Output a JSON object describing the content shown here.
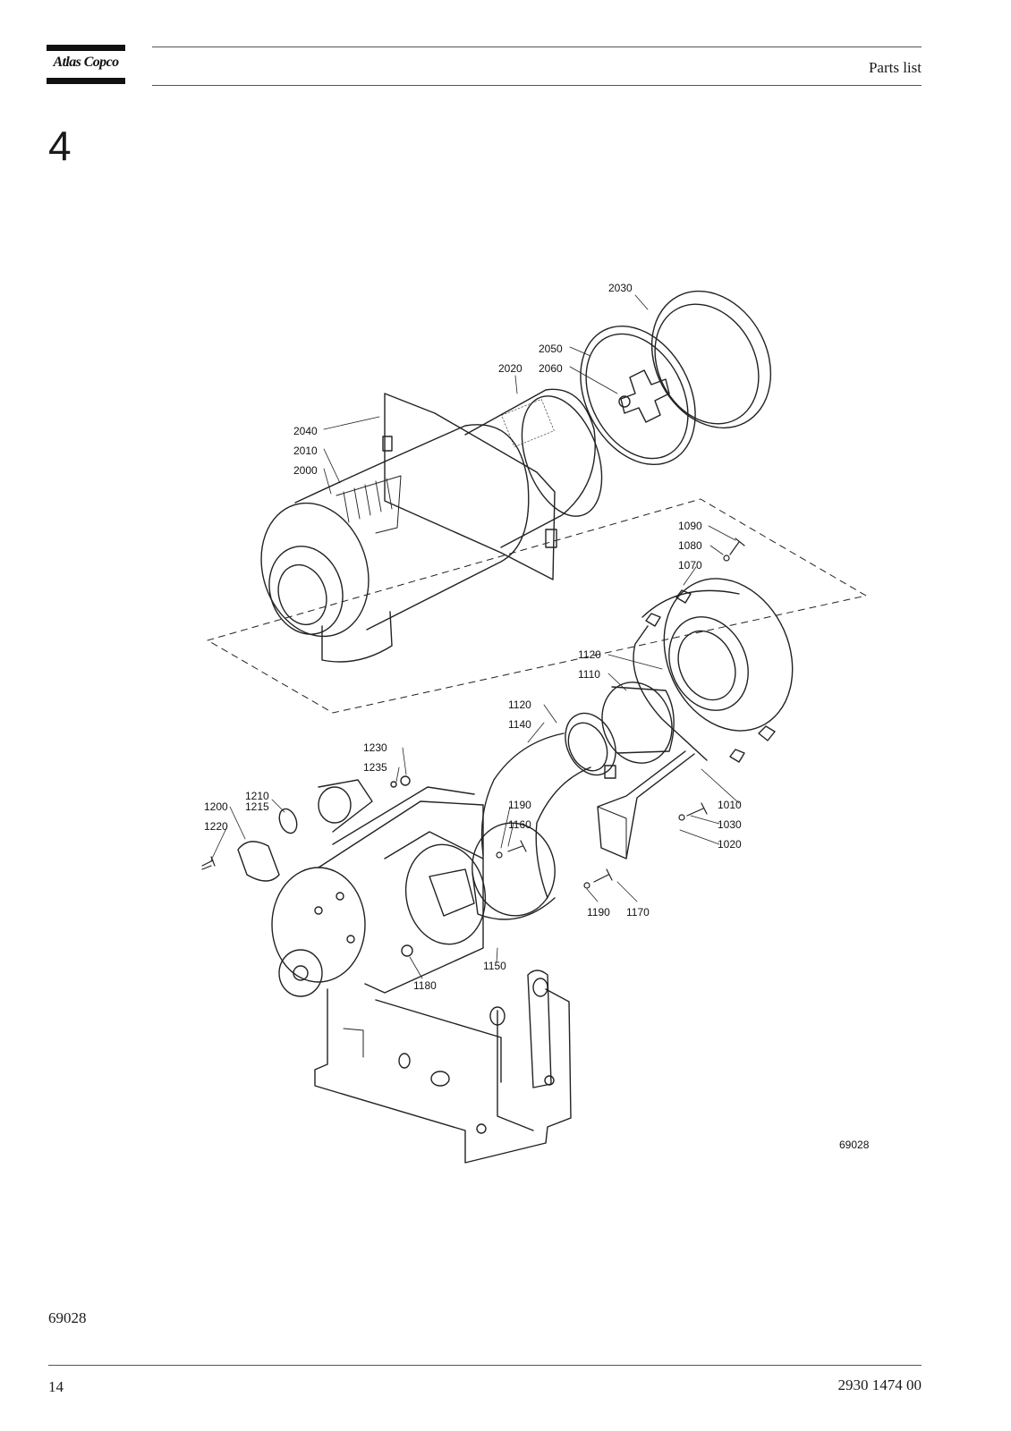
{
  "header": {
    "logo_text": "Atlas Copco",
    "title": "Parts list"
  },
  "section": {
    "number": "4"
  },
  "figure": {
    "drawing_number": "69028",
    "callouts": [
      "2030",
      "2050",
      "2020",
      "2060",
      "2040",
      "2010",
      "2000",
      "1090",
      "1080",
      "1070",
      "1120",
      "1110",
      "1120",
      "1140",
      "1230",
      "1235",
      "1210",
      "1215",
      "1200",
      "1220",
      "1190",
      "1160",
      "1010",
      "1030",
      "1020",
      "1190",
      "1170",
      "1150",
      "1180"
    ]
  },
  "footer": {
    "figure_ref": "69028",
    "page_number": "14",
    "document_number": "2930 1474 00"
  }
}
